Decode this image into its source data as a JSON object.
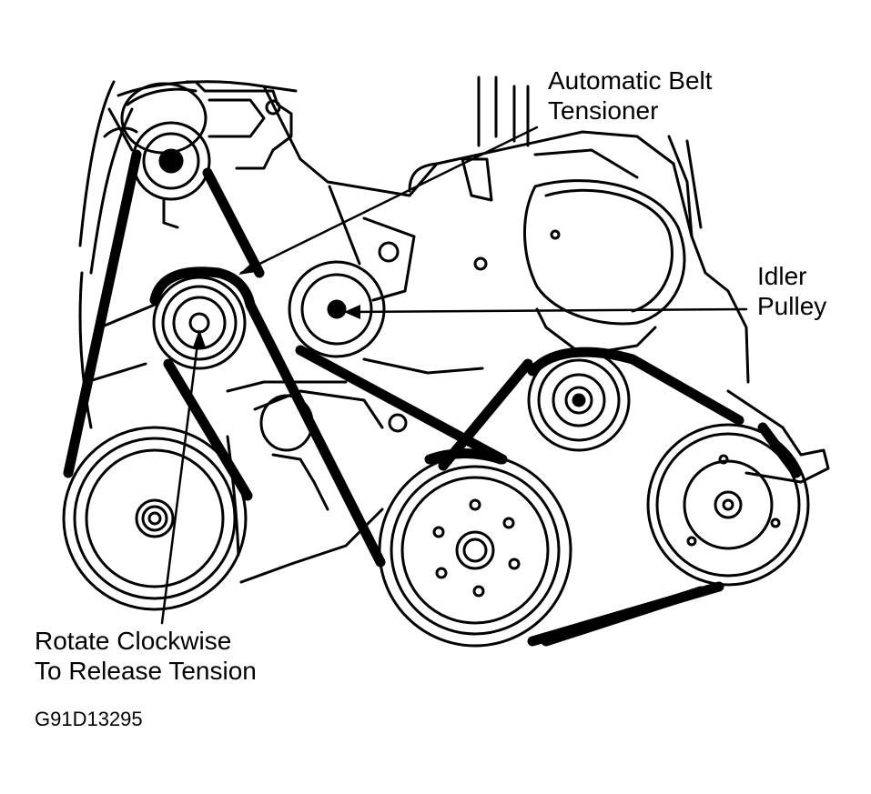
{
  "labels": {
    "tensioner": {
      "line1": "Automatic Belt",
      "line2": "Tensioner"
    },
    "idler": {
      "line1": "Idler",
      "line2": "Pulley"
    },
    "rotate": {
      "line1": "Rotate Clockwise",
      "line2": "To Release Tension"
    }
  },
  "figure_id": "G91D13295",
  "colors": {
    "ink": "#000000",
    "paper": "#ffffff"
  }
}
